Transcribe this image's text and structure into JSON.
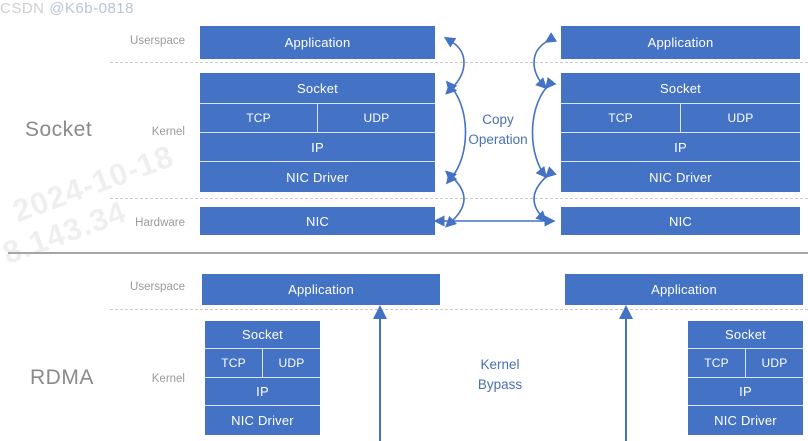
{
  "watermarks": {
    "date": "2024-10-18",
    "ip": "8.143.34",
    "csdn_prefix": "CSDN",
    "csdn_handle": "@K6b-0818"
  },
  "colors": {
    "box_fill": "#4472C4",
    "box_text": "#FFFFFF",
    "arrow": "#4472C4",
    "caption_gray": "#8A8A8A",
    "layer_gray": "#9A9A9A",
    "dashed_line": "#C9C9C9",
    "divider": "#A6A6A6",
    "note_blue": "#4A6FB5"
  },
  "sections": [
    {
      "id": "socket",
      "caption": "Socket",
      "layers": [
        {
          "name": "userspace",
          "label": "Userspace"
        },
        {
          "name": "kernel",
          "label": "Kernel"
        },
        {
          "name": "hardware",
          "label": "Hardware"
        }
      ],
      "middle_note": {
        "line1": "Copy",
        "line2": "Operation"
      },
      "left_stack": {
        "userspace": [
          "Application"
        ],
        "kernel_top": "Socket",
        "kernel_transport": [
          "TCP",
          "UDP"
        ],
        "kernel_ip": "IP",
        "kernel_driver": "NIC Driver",
        "hardware": "NIC"
      },
      "right_stack": {
        "userspace": [
          "Application"
        ],
        "kernel_top": "Socket",
        "kernel_transport": [
          "TCP",
          "UDP"
        ],
        "kernel_ip": "IP",
        "kernel_driver": "NIC Driver",
        "hardware": "NIC"
      }
    },
    {
      "id": "rdma",
      "caption": "RDMA",
      "layers": [
        {
          "name": "userspace",
          "label": "Userspace"
        },
        {
          "name": "kernel",
          "label": "Kernel"
        }
      ],
      "middle_note": {
        "line1": "Kernel",
        "line2": "Bypass"
      },
      "left_stack": {
        "userspace": [
          "Application"
        ],
        "kernel_top": "Socket",
        "kernel_transport": [
          "TCP",
          "UDP"
        ],
        "kernel_ip": "IP",
        "kernel_driver": "NIC Driver"
      },
      "right_stack": {
        "userspace": [
          "Application"
        ],
        "kernel_top": "Socket",
        "kernel_transport": [
          "TCP",
          "UDP"
        ],
        "kernel_ip": "IP",
        "kernel_driver": "NIC Driver"
      }
    }
  ]
}
